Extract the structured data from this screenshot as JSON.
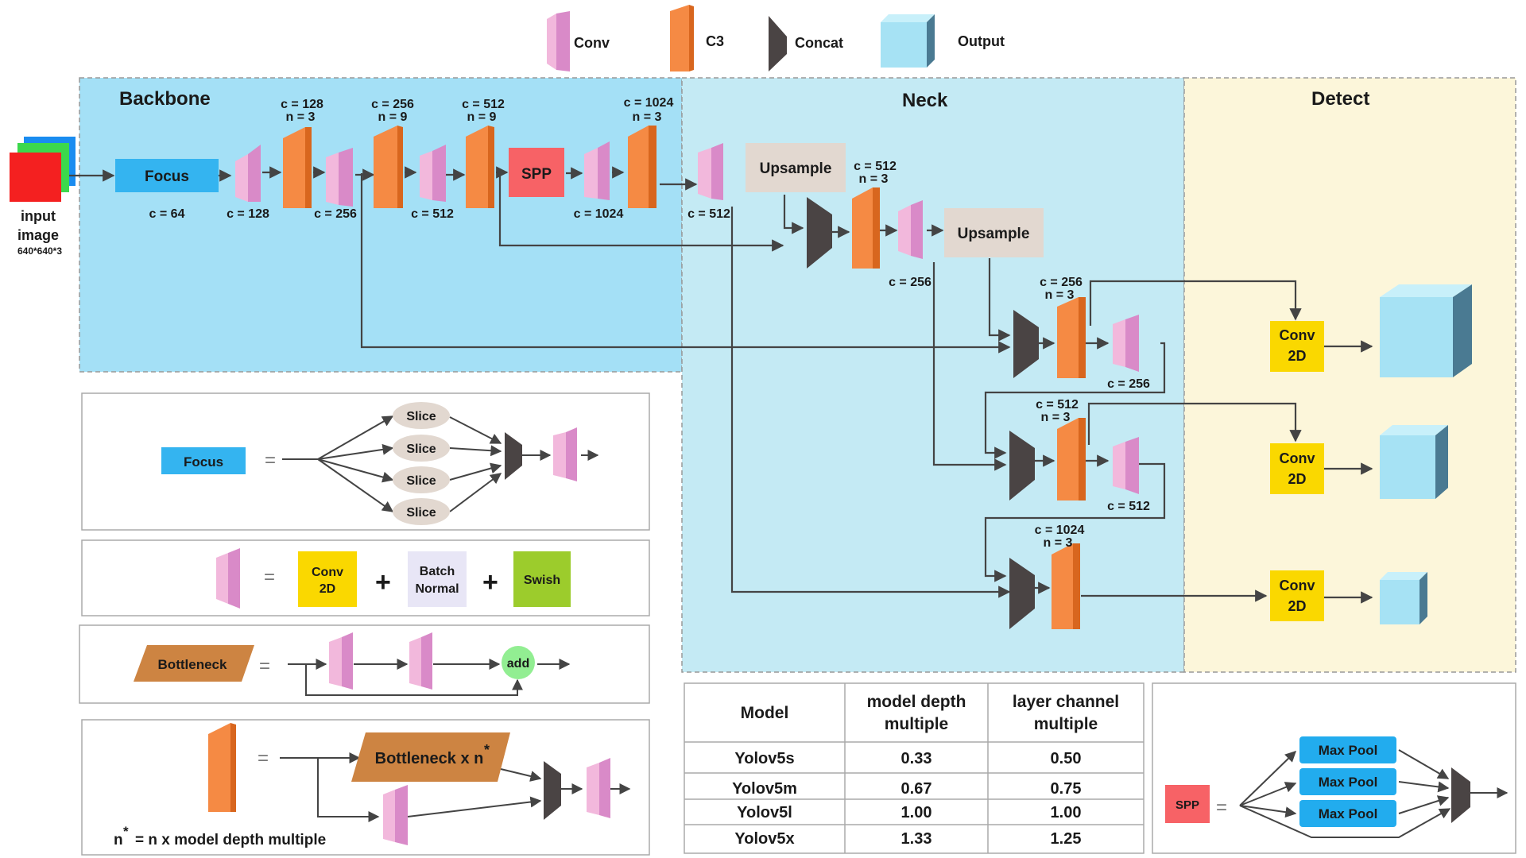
{
  "legend": {
    "conv": "Conv",
    "c3": "C3",
    "concat": "Concat",
    "output": "Output"
  },
  "sections": {
    "backbone": "Backbone",
    "neck": "Neck",
    "detect": "Detect"
  },
  "input": {
    "label1": "input",
    "label2": "image",
    "size": "640*640*3"
  },
  "backbone": {
    "focus": "Focus",
    "spp": "SPP",
    "bottom_labels": [
      "c = 64",
      "c = 128",
      "c = 256",
      "c = 512",
      "c = 1024"
    ],
    "c3_labels": [
      {
        "c": "c = 128",
        "n": "n = 3"
      },
      {
        "c": "c = 256",
        "n": "n = 9"
      },
      {
        "c": "c = 512",
        "n": "n = 9"
      },
      {
        "c": "c = 1024",
        "n": "n = 3"
      }
    ]
  },
  "neck": {
    "upsample": "Upsample",
    "conv_c512": "c = 512",
    "c3a": {
      "c": "c = 512",
      "n": "n = 3"
    },
    "conv_c256": "c = 256",
    "c3b": {
      "c": "c = 256",
      "n": "n = 3"
    },
    "conv_c256b": "c = 256",
    "c3c": {
      "c": "c = 512",
      "n": "n = 3"
    },
    "conv_c512b": "c = 512",
    "c3d": {
      "c": "c = 1024",
      "n": "n = 3"
    }
  },
  "detect": {
    "conv": "Conv",
    "twod": "2D"
  },
  "focus_detail": {
    "focus": "Focus",
    "eq": "=",
    "slice": "Slice"
  },
  "conv_detail": {
    "eq": "=",
    "conv": "Conv",
    "twod": "2D",
    "plus": "+",
    "bn1": "Batch",
    "bn2": "Normal",
    "swish": "Swish"
  },
  "bottleneck_detail": {
    "label": "Bottleneck",
    "eq": "=",
    "add": "add"
  },
  "c3_detail": {
    "eq": "=",
    "bottleneck": "Bottleneck x n",
    "star": "*",
    "note_n": "n",
    "note_rest": "= n x model depth multiple"
  },
  "table": {
    "headers": [
      "Model",
      "model depth|multiple",
      "layer channel|multiple"
    ],
    "rows": [
      [
        "Yolov5s",
        "0.33",
        "0.50"
      ],
      [
        "Yolov5m",
        "0.67",
        "0.75"
      ],
      [
        "Yolov5l",
        "1.00",
        "1.00"
      ],
      [
        "Yolov5x",
        "1.33",
        "1.25"
      ]
    ]
  },
  "spp_detail": {
    "spp": "SPP",
    "eq": "=",
    "maxpool": "Max Pool"
  },
  "colors": {
    "conv_front": "#f2b8dc",
    "conv_side": "#d98ac8",
    "c3_front": "#f58a44",
    "c3_side": "#d8661e",
    "concat": "#4a4444",
    "focus": "#34b4f0",
    "spp": "#f76266",
    "upsample": "#e2d8d0",
    "conv2d": "#fad800",
    "batchnorm": "#e8e6f6",
    "swish": "#9ccc2c",
    "bottleneck": "#cd8442",
    "add": "#92ee92",
    "maxpool": "#22acee",
    "backbone_bg": "#a4e0f6",
    "neck_bg": "#c4eaf4",
    "detect_bg": "#fcf6da",
    "output_front": "#a6e2f4",
    "output_top": "#c8f0fa",
    "output_side": "#4a7a92"
  }
}
